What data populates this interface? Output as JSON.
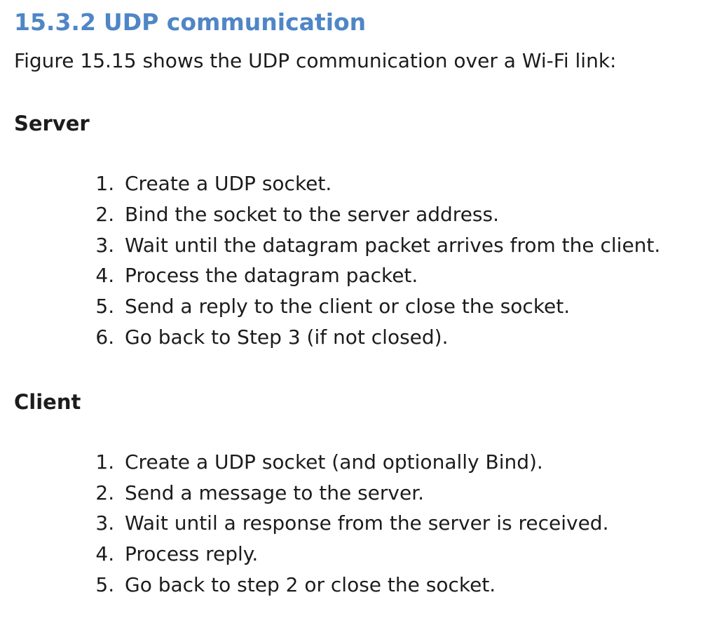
{
  "document": {
    "section": {
      "number": "15.3.2",
      "title": "UDP communication"
    },
    "intro": "Figure 15.15 shows the UDP communication over a Wi-Fi link:",
    "server": {
      "heading": "Server",
      "steps": [
        "Create a UDP socket.",
        "Bind the socket to the server address.",
        "Wait until the datagram packet arrives from the client.",
        "Process the datagram packet.",
        "Send a reply to the client or close the socket.",
        "Go back to Step 3 (if not closed)."
      ]
    },
    "client": {
      "heading": "Client",
      "steps": [
        "Create a UDP socket (and optionally Bind).",
        "Send a message to the server.",
        "Wait until a response from the server is received.",
        "Process reply.",
        "Go back to step 2 or close the socket."
      ]
    },
    "colors": {
      "heading_blue": "#4f86c6",
      "body_text": "#1c1c1c",
      "background": "#ffffff"
    }
  }
}
